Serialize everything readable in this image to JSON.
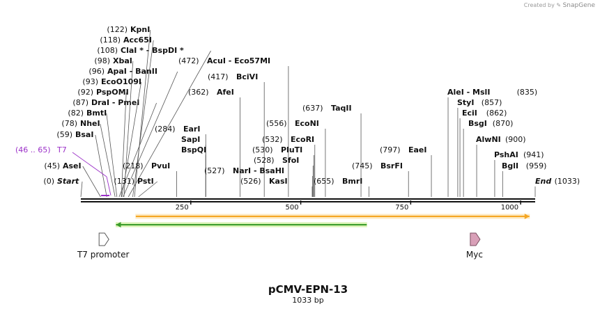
{
  "credit": {
    "prefix": "Created by",
    "brand": "SnapGene"
  },
  "plasmid": {
    "name": "pCMV-EPN-13",
    "length": "1033 bp",
    "total_bp": 1033
  },
  "ruler_ticks": [
    {
      "pos": 250,
      "label": "250"
    },
    {
      "pos": 500,
      "label": "500"
    },
    {
      "pos": 750,
      "label": "750"
    },
    {
      "pos": 1000,
      "label": "1000"
    }
  ],
  "sites": [
    {
      "pos": 0,
      "name": "Start",
      "display_pos": "(0)",
      "style": "bold-italic",
      "side": "left"
    },
    {
      "pos": 45,
      "name": "AseI",
      "display_pos": "(45)",
      "side": "left"
    },
    {
      "pos": 59,
      "name": "BsaI",
      "display_pos": "(59)",
      "side": "left"
    },
    {
      "pos": 78,
      "name": "NheI",
      "display_pos": "(78)",
      "side": "left"
    },
    {
      "pos": 82,
      "name": "BmtI",
      "display_pos": "(82)",
      "side": "left"
    },
    {
      "pos": 87,
      "name": "DraI  -  PmeI",
      "display_pos": "(87)",
      "side": "left"
    },
    {
      "pos": 92,
      "name": "PspOMI",
      "display_pos": "(92)",
      "side": "left"
    },
    {
      "pos": 93,
      "name": "EcoO109I",
      "display_pos": "(93)",
      "side": "left"
    },
    {
      "pos": 96,
      "name": "ApaI  -  BanII",
      "display_pos": "(96)",
      "side": "left"
    },
    {
      "pos": 98,
      "name": "XbaI",
      "display_pos": "(98)",
      "side": "left"
    },
    {
      "pos": 108,
      "name": "ClaI *  -  BspDI *",
      "display_pos": "(108)",
      "side": "left"
    },
    {
      "pos": 118,
      "name": "Acc65I",
      "display_pos": "(118)",
      "side": "left"
    },
    {
      "pos": 122,
      "name": "KpnI",
      "display_pos": "(122)",
      "side": "left"
    },
    {
      "pos": 131,
      "name": "PstI",
      "display_pos": "(131)",
      "side": "left"
    },
    {
      "pos": 218,
      "name": "PvuI",
      "display_pos": "(218)",
      "side": "right"
    },
    {
      "pos": 284,
      "name": "EarI",
      "display_pos": "(284)",
      "side": "right"
    },
    {
      "pos": 284,
      "name": "SapI",
      "display_pos": "",
      "side": "right"
    },
    {
      "pos": 284,
      "name": "BspQI",
      "display_pos": "",
      "side": "right"
    },
    {
      "pos": 362,
      "name": "AfeI",
      "display_pos": "(362)",
      "side": "right"
    },
    {
      "pos": 417,
      "name": "BciVI",
      "display_pos": "(417)",
      "side": "right"
    },
    {
      "pos": 472,
      "name": "AcuI  -  Eco57MI",
      "display_pos": "(472)",
      "side": "right"
    },
    {
      "pos": 526,
      "name": "KasI",
      "display_pos": "(526)",
      "side": "right"
    },
    {
      "pos": 527,
      "name": "NarI  -  BsaHI",
      "display_pos": "(527)",
      "side": "right"
    },
    {
      "pos": 528,
      "name": "SfoI",
      "display_pos": "(528)",
      "side": "right"
    },
    {
      "pos": 530,
      "name": "PluTI",
      "display_pos": "(530)",
      "side": "right"
    },
    {
      "pos": 532,
      "name": "EcoRI",
      "display_pos": "(532)",
      "side": "right"
    },
    {
      "pos": 556,
      "name": "EcoNI",
      "display_pos": "(556)",
      "side": "right"
    },
    {
      "pos": 637,
      "name": "TaqII",
      "display_pos": "(637)",
      "side": "right"
    },
    {
      "pos": 655,
      "name": "BmrI",
      "display_pos": "(655)",
      "side": "right"
    },
    {
      "pos": 745,
      "name": "BsrFI",
      "display_pos": "(745)",
      "side": "right"
    },
    {
      "pos": 797,
      "name": "EaeI",
      "display_pos": "(797)",
      "side": "right"
    },
    {
      "pos": 835,
      "name": "AleI  -  MslI",
      "display_pos": "(835)",
      "side": "leftname"
    },
    {
      "pos": 857,
      "name": "StyI",
      "display_pos": "(857)",
      "side": "leftname"
    },
    {
      "pos": 862,
      "name": "EciI",
      "display_pos": "(862)",
      "side": "leftname"
    },
    {
      "pos": 870,
      "name": "BsgI",
      "display_pos": "(870)",
      "side": "leftname"
    },
    {
      "pos": 900,
      "name": "AlwNI",
      "display_pos": "(900)",
      "side": "leftname"
    },
    {
      "pos": 941,
      "name": "PshAI",
      "display_pos": "(941)",
      "side": "leftname"
    },
    {
      "pos": 959,
      "name": "BglI",
      "display_pos": "(959)",
      "side": "leftname"
    },
    {
      "pos": 1033,
      "name": "End",
      "display_pos": "(1033)",
      "style": "bold-italic",
      "side": "leftname"
    }
  ],
  "primer": {
    "name": "T7",
    "range": "(46 .. 65)",
    "color": "#9b30c8",
    "start": 46,
    "end": 65
  },
  "features": [
    {
      "name": "orange-arrow",
      "start": 125,
      "end": 1020,
      "direction": "forward",
      "color": "#f5a623",
      "fill": "#fde9c0"
    },
    {
      "name": "green-arrow",
      "start": 80,
      "end": 650,
      "direction": "reverse",
      "color": "#3a9c2b",
      "fill": "#d9f2b3"
    }
  ],
  "annotations": [
    {
      "name": "T7 promoter",
      "pos": 51,
      "color": "#ffffff",
      "stroke": "#555555"
    },
    {
      "name": "Myc",
      "pos": 895,
      "color": "#d9a0b8",
      "stroke": "#7b4e60"
    }
  ]
}
